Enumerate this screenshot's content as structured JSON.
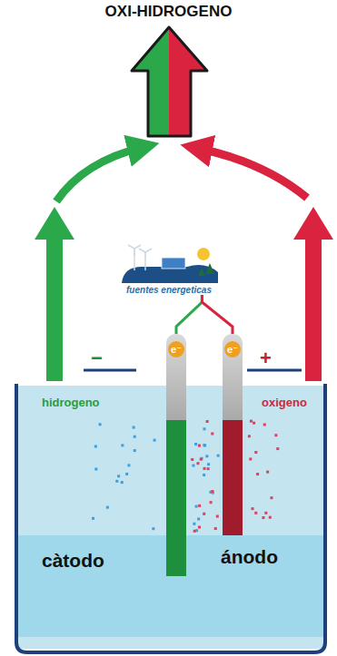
{
  "diagram": {
    "title": "OXI-HIDROGENO",
    "nodes": [
      {
        "text": [
          "fuentes energeticas"
        ]
      },
      {
        "text": [
          "e⁻"
        ]
      },
      {
        "text": [
          "e⁻"
        ]
      }
    ],
    "edges": [
      {
        "from": 0,
        "to": 1,
        "arrow": "none"
      },
      {
        "from": 0,
        "to": 2,
        "arrow": "none"
      }
    ],
    "labels": [
      "−",
      "+",
      "hidrogeno",
      "oxigeno",
      "càtodo",
      "ánodo"
    ]
  }
}
